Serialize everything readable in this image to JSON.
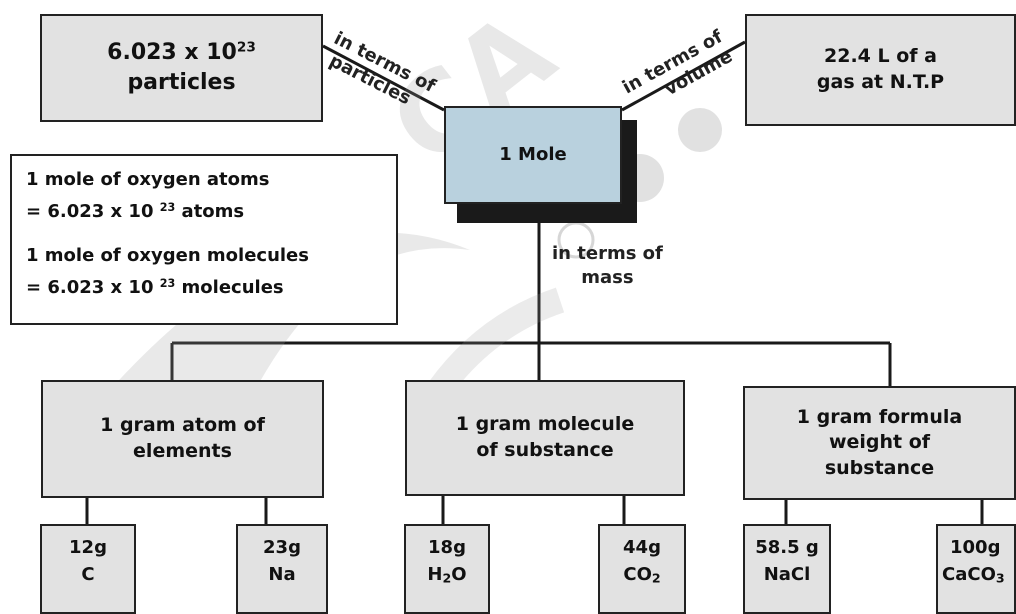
{
  "top_left": {
    "text": "6.023 x 10",
    "sup": "23",
    "line2": "particles"
  },
  "top_right": {
    "line1": "22.4  L  of  a",
    "line2": "gas at N.T.P"
  },
  "label_particles": {
    "line1": "in terms of",
    "line2": "particles"
  },
  "label_volume": {
    "line1": "in terms of",
    "line2": "volume"
  },
  "label_mass": {
    "line1": "in terms of",
    "line2": "mass"
  },
  "center": {
    "text": "1 Mole"
  },
  "info": {
    "l1": "1 mole of oxygen atoms",
    "l2_pre": "= 6.023 x 10 ",
    "l2_sup": "23",
    "l2_post": " atoms",
    "l3": "1 mole of oxygen molecules",
    "l4_pre": "= 6.023 x 10 ",
    "l4_sup": "23",
    "l4_post": " molecules"
  },
  "categories": {
    "atom": {
      "line1": "1 gram atom of",
      "line2": "elements"
    },
    "molecule": {
      "line1": "1 gram molecule",
      "line2": "of substance"
    },
    "formula": {
      "line1": "1 gram formula",
      "line2": "weight of",
      "line3": "substance"
    }
  },
  "examples": {
    "c": {
      "mass": "12g",
      "name": "C"
    },
    "na": {
      "mass": "23g",
      "name": "Na"
    },
    "h2o": {
      "mass": "18g",
      "name_a": "H",
      "name_sub": "2",
      "name_b": "O"
    },
    "co2": {
      "mass": "44g",
      "name_a": "CO",
      "name_sub": "2"
    },
    "nacl": {
      "mass": "58.5 g",
      "name": "NaCl"
    },
    "caco3": {
      "mass": "100g",
      "name_a": "CaCO",
      "name_sub": "3"
    }
  },
  "watermark": {
    "text": "/careerpl"
  }
}
